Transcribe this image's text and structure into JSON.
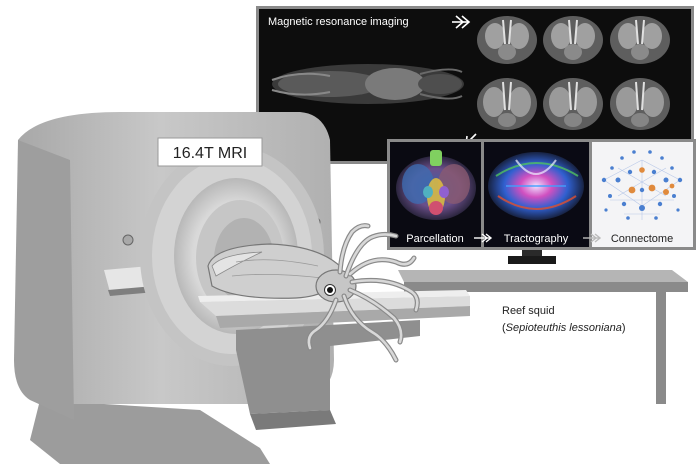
{
  "scanner": {
    "label": "16.4T MRI"
  },
  "monitor": {
    "mri_title": "Magnetic resonance imaging"
  },
  "pipeline": {
    "steps": [
      "Parcellation",
      "Tractography",
      "Connectome"
    ]
  },
  "specimen": {
    "common_name": "Reef squid",
    "scientific_name": "Sepioteuthis lessoniana",
    "paren_open": "(",
    "paren_close": ")"
  },
  "colors": {
    "scanner_body": "#bdbdbd",
    "scanner_dark": "#8f8f8f",
    "monitor_bg": "#0d0d0d",
    "table": "#8a8a8a",
    "connectome_blue": "#4a7fd0",
    "connectome_orange": "#e08a3c"
  }
}
